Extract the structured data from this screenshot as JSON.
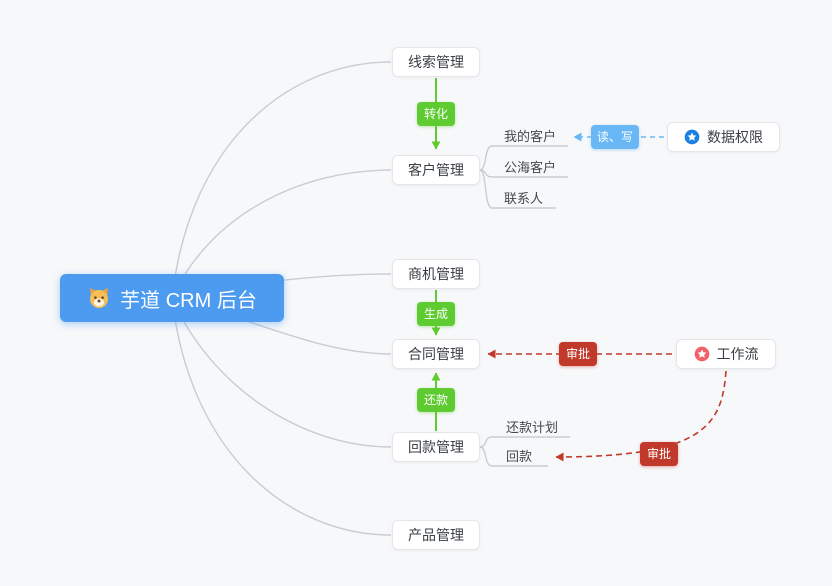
{
  "diagram": {
    "root": {
      "label": "芋道 CRM 后台",
      "icon": "dog-icon",
      "bg_color": "#4c9bf0"
    },
    "nodes": {
      "lead": "线索管理",
      "customer": "客户管理",
      "opportunity": "商机管理",
      "contract": "合同管理",
      "receivable": "回款管理",
      "product": "产品管理",
      "data_permission": "数据权限",
      "workflow": "工作流"
    },
    "leaves": {
      "my_customer": "我的客户",
      "public_customer": "公海客户",
      "contact": "联系人",
      "repayment_plan": "还款计划",
      "receipt": "回款"
    },
    "edge_labels": {
      "transform": "转化",
      "generate": "生成",
      "repay": "还款",
      "read_write": "读、写",
      "approve_contract": "审批",
      "approve_receipt": "审批"
    },
    "icons": {
      "data_permission": "star-icon",
      "workflow": "star-icon"
    },
    "colors": {
      "background": "#f7f8fa",
      "root_bg": "#4c9bf0",
      "edge_green": "#5ecb31",
      "edge_blue": "#6ab7f5",
      "edge_red": "#c0392b",
      "branch_line": "#c9ccd1",
      "data_permission_icon": "#1c7fe2",
      "workflow_icon": "#f0616b"
    }
  }
}
